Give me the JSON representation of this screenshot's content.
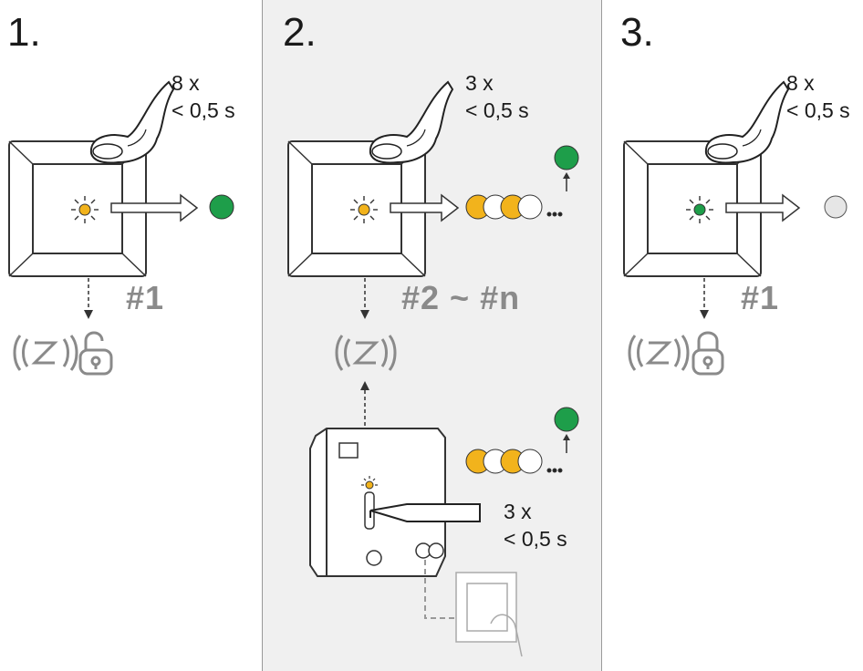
{
  "steps": [
    {
      "number": "1.",
      "count": "8 x",
      "duration": "< 0,5 s",
      "label": "#1"
    },
    {
      "number": "2.",
      "count": "3 x",
      "duration": "< 0,5 s",
      "label": "#2 ~ #n",
      "device_count": "3 x",
      "device_duration": "< 0,5 s"
    },
    {
      "number": "3.",
      "count": "8 x",
      "duration": "< 0,5 s",
      "label": "#1"
    }
  ],
  "colors": {
    "green": "#1e9e4a",
    "amber": "#f2b31c",
    "grey_led": "#e6e6e6",
    "label_grey": "#8a8a8a"
  },
  "icons": {
    "zwave": "zwave-signal-icon",
    "unlock": "unlocked-padlock-icon",
    "lock": "locked-padlock-icon"
  }
}
